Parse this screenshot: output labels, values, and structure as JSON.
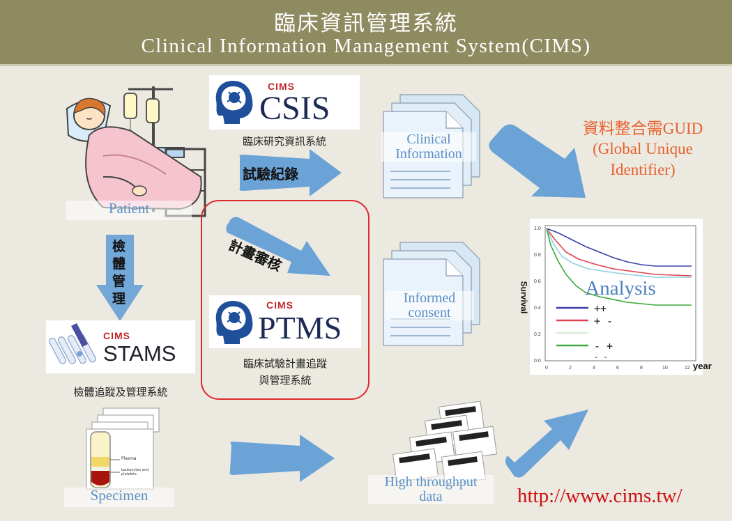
{
  "header": {
    "title_zh": "臨床資訊管理系統",
    "title_en": "Clinical Information Management System(CIMS)"
  },
  "patient": {
    "label": "Patient"
  },
  "specimen_flow": {
    "arrow_label": "檢體管理"
  },
  "csis": {
    "brand": "CIMS",
    "name": "CSIS",
    "caption": "臨床研究資訊系統"
  },
  "trial_record": {
    "arrow_label": "試驗紀錄"
  },
  "clinical_info": {
    "label": "Clinical Information"
  },
  "plan_review": {
    "arrow_label": "計畫審核"
  },
  "ptms": {
    "brand": "CIMS",
    "name": "PTMS",
    "caption_line1": "臨床試驗計畫追蹤",
    "caption_line2": "與管理系統"
  },
  "consent": {
    "label": "Informed consent"
  },
  "stams": {
    "brand": "CIMS",
    "name": "STAMS",
    "caption": "檢體追蹤及管理系統"
  },
  "specimen": {
    "label": "Specimen",
    "tube_text_1": "Plasma",
    "tube_text_2": "Leukocytes and platelets"
  },
  "high_throughput": {
    "label_line1": "High throughput",
    "label_line2": "data"
  },
  "guid_note": {
    "line1": "資料整合需GUID",
    "line2": "(Global Unique",
    "line3": "Identifier)"
  },
  "analysis": {
    "label": "Analysis",
    "x_axis_unit": "year",
    "y_axis_label": "Survival",
    "legend": [
      "++",
      "+ -",
      "- +",
      "- -"
    ],
    "y_ticks": [
      "1.0",
      "0.8",
      "0.6",
      "0.4",
      "0.2",
      "0.0"
    ],
    "x_ticks": [
      "0",
      "2",
      "4",
      "6",
      "8",
      "10",
      "12"
    ]
  },
  "footer": {
    "url": "http://www.cims.tw/"
  },
  "colors": {
    "title_bar": "#8e8b61",
    "background": "#ebe9e0",
    "arrow_blue": "#5d9bd5",
    "ptms_frame": "#e0282e",
    "guid_text": "#e8622d",
    "url_text": "#cc1010",
    "curve_pp": "#3b3fa8",
    "curve_pm": "#e04050",
    "curve_mp": "#3aa83a",
    "curve_mm": "#8ed0e0"
  }
}
